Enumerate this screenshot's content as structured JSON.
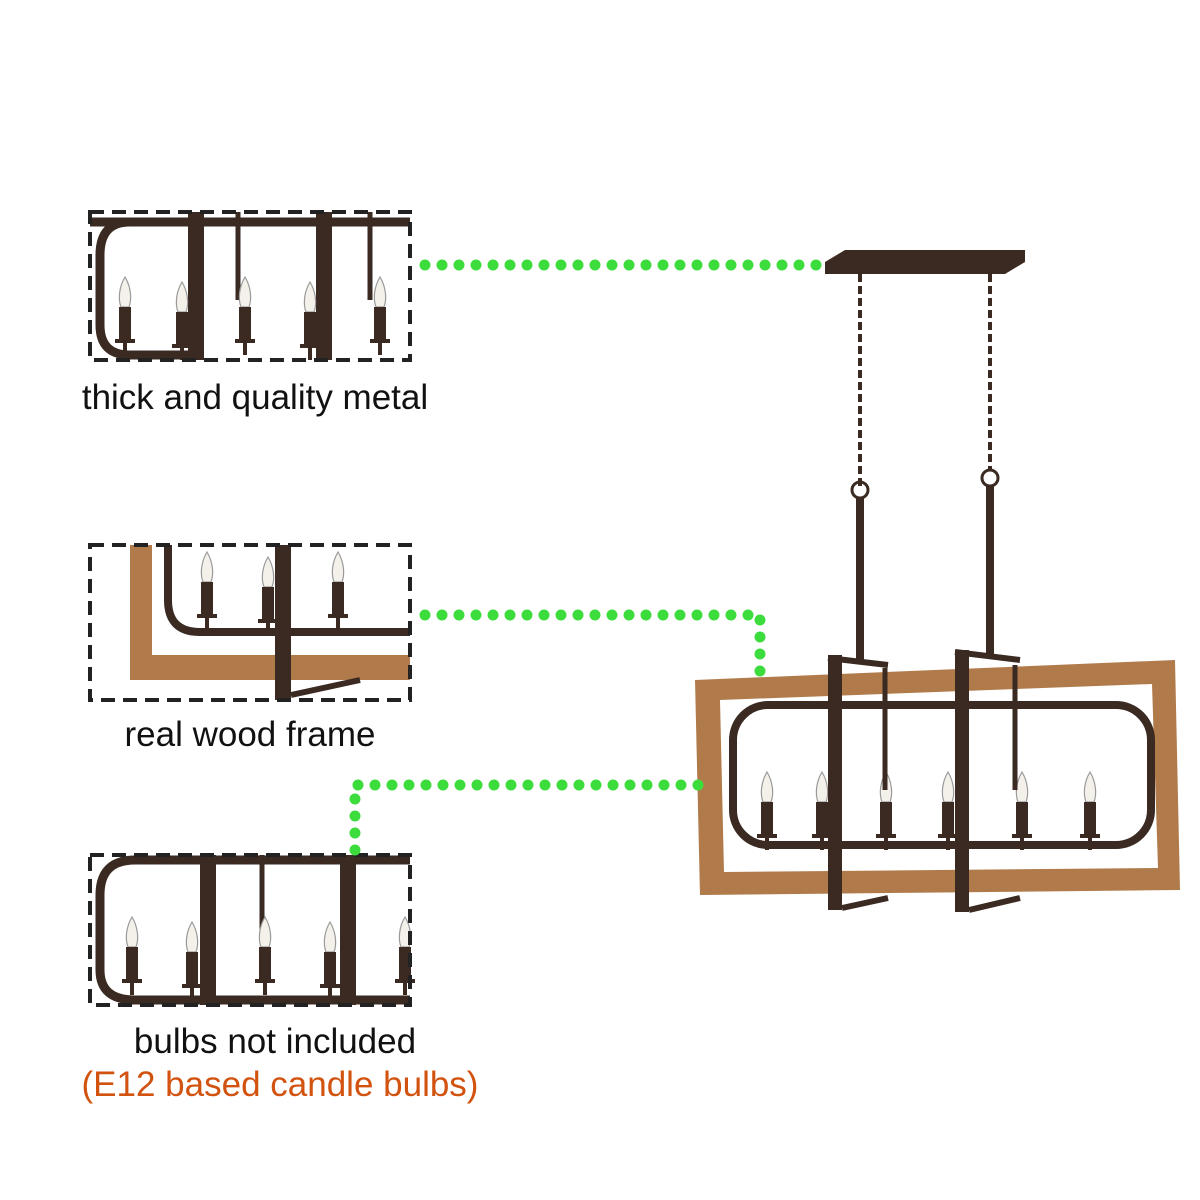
{
  "colors": {
    "metal": "#3a2a22",
    "wood": "#b07a4a",
    "dots": "#3ddc3d",
    "note": "#d2520f"
  },
  "features": [
    {
      "label": "thick and quality metal",
      "icon": "metal-frame-detail"
    },
    {
      "label": "real wood frame",
      "icon": "wood-frame-detail"
    },
    {
      "label": "bulbs not included",
      "note": "(E12 based candle bulbs)",
      "icon": "candle-socket-detail"
    }
  ]
}
